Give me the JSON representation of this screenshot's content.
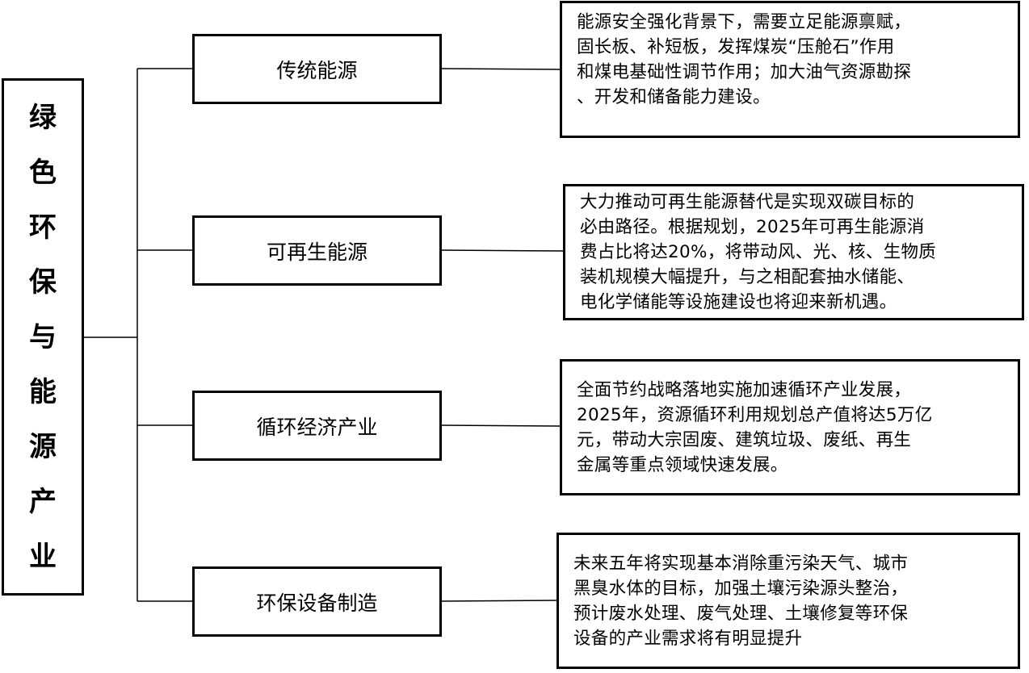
{
  "root": {
    "title_chars": [
      "绿",
      "色",
      "环",
      "保",
      "与",
      "能",
      "源",
      "产",
      "业"
    ]
  },
  "branches": [
    {
      "label": "传统能源",
      "desc_lines": [
        "能源安全强化背景下，需要立足能源禀赋，",
        "固长板、补短板，发挥煤炭“压舱石”作用",
        "和煤电基础性调节作用；加大油气资源勘探",
        "、开发和储备能力建设。"
      ]
    },
    {
      "label": "可再生能源",
      "desc_lines": [
        "大力推动可再生能源替代是实现双碳目标的",
        "必由路径。根据规划，2025年可再生能源消",
        "费占比将达20%，将带动风、光、核、生物质",
        "装机规模大幅提升，与之相配套抽水储能、",
        "电化学储能等设施建设也将迎来新机遇。"
      ]
    },
    {
      "label": "循环经济产业",
      "desc_lines": [
        "全面节约战略落地实施加速循环产业发展，",
        "2025年，资源循环利用规划总产值将达5万亿",
        "元，带动大宗固废、建筑垃圾、废纸、再生",
        "金属等重点领域快速发展。"
      ]
    },
    {
      "label": "环保设备制造",
      "desc_lines": [
        "未来五年将实现基本消除重污染天气、城市",
        "黑臭水体的目标，加强土壤污染源头整治，",
        "预计废水处理、废气处理、土壤修复等环保",
        "设备的产业需求将有明显提升"
      ]
    }
  ]
}
